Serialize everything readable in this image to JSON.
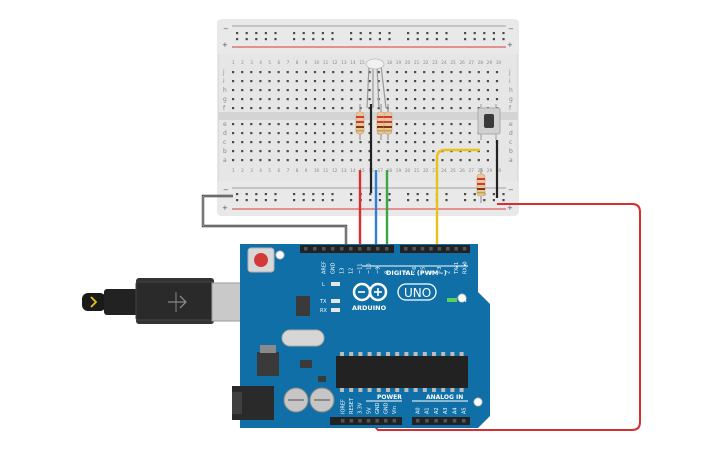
{
  "colors": {
    "board": "#0f6fa6",
    "board_dark": "#0b5a88",
    "breadboard": "#e6e6e6",
    "rail_red": "#d23a3a",
    "wire_red": "#d62f2f",
    "wire_blue": "#2f7fd6",
    "wire_green": "#3aa64a",
    "wire_yellow": "#e8c21a",
    "wire_black": "#222222",
    "led_green": "#5cd05c"
  },
  "arduino": {
    "brand": "ARDUINO",
    "model": "UNO",
    "digital_label": "DIGITAL (PWM~)",
    "power_label": "POWER",
    "analog_label": "ANALOG IN",
    "on_label": "ON",
    "l_label": "L",
    "tx_label": "TX",
    "rx_label": "RX",
    "top_pins": [
      "AREF",
      "GND",
      "13",
      "12",
      "~11",
      "~10",
      "~9",
      "8",
      "7",
      "~6",
      "~5",
      "4",
      "~3",
      "2",
      "TX▸1",
      "RX◂0"
    ],
    "power_pins": [
      "IOREF",
      "RESET",
      "3.3V",
      "5V",
      "GND",
      "GND",
      "Vin"
    ],
    "analog_pins": [
      "A0",
      "A1",
      "A2",
      "A3",
      "A4",
      "A5"
    ]
  },
  "breadboard": {
    "rail_minus": "−",
    "rail_plus": "+",
    "rows_top": [
      "j",
      "i",
      "h",
      "g",
      "f"
    ],
    "rows_bottom": [
      "e",
      "d",
      "c",
      "b",
      "a"
    ],
    "columns": [
      "1",
      "2",
      "3",
      "4",
      "5",
      "6",
      "7",
      "8",
      "9",
      "10",
      "11",
      "12",
      "13",
      "14",
      "15",
      "16",
      "17",
      "18",
      "19",
      "20",
      "21",
      "22",
      "23",
      "24",
      "25",
      "26",
      "27",
      "28",
      "29",
      "30"
    ]
  },
  "icons": {
    "usb": "usb-icon",
    "logo": "infinity-logo-icon"
  }
}
